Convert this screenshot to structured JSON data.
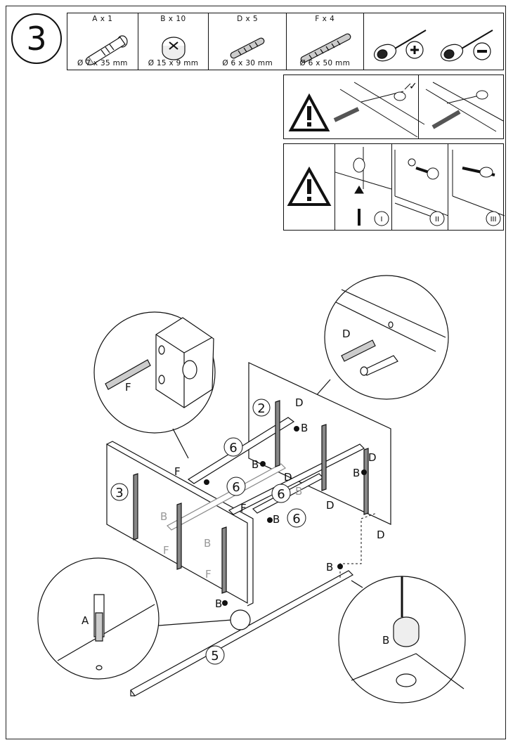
{
  "step": {
    "number": "3"
  },
  "parts": [
    {
      "qty": "A x 1",
      "dim": "Ø 7 x 35 mm",
      "icon": "cam-bolt-icon"
    },
    {
      "qty": "B x 10",
      "dim": "Ø 15 x 9 mm",
      "icon": "cam-lock-icon"
    },
    {
      "qty": "D x 5",
      "dim": "Ø 6 x 30 mm",
      "icon": "wood-dowel-icon"
    },
    {
      "qty": "F x 4",
      "dim": "Ø 6 x 50 mm",
      "icon": "long-dowel-icon"
    }
  ],
  "tools": [
    "phillips-screwdriver-icon",
    "flat-screwdriver-icon"
  ],
  "warning_steps": [
    "I",
    "II",
    "III"
  ],
  "callouts": {
    "top_left_part": "F",
    "top_right_part": "D",
    "bottom_left_part": "A",
    "bottom_right_part": "B"
  },
  "panels": {
    "left_side": "3",
    "right_side": "2",
    "shelf": "6",
    "plinth": "5"
  },
  "labels": {
    "B": "B",
    "D": "D",
    "F": "F"
  }
}
